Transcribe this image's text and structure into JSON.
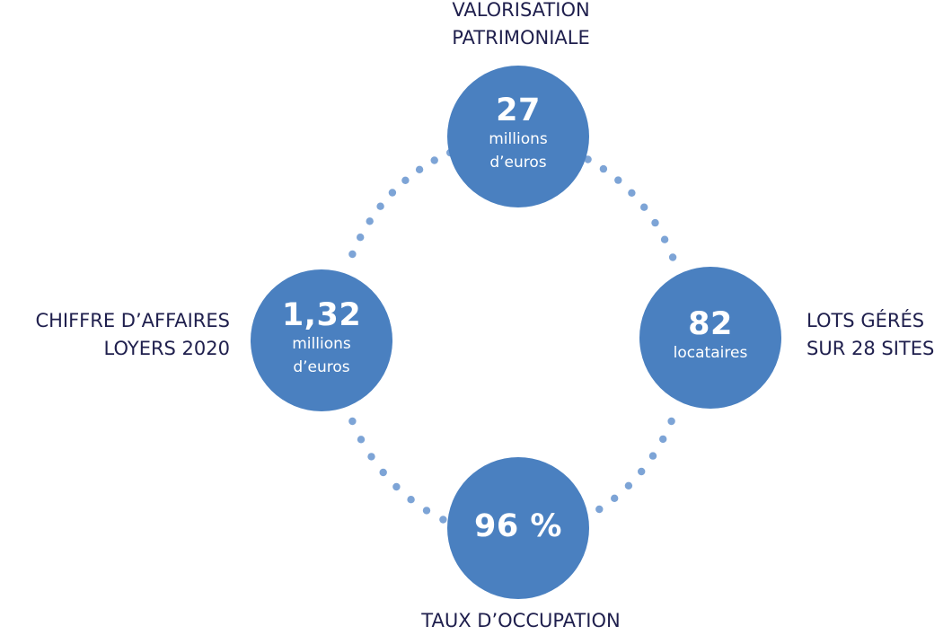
{
  "colors": {
    "circle_fill": "#4a80c0",
    "dots": "#7da4d6",
    "label_text": "#1f1f4d",
    "circle_text": "#ffffff"
  },
  "nodes": {
    "top": {
      "label": "VALORISATION\nPATRIMONIALE",
      "value": "27",
      "unit": "millions\nd’euros"
    },
    "left": {
      "label": "CHIFFRE D’AFFAIRES\nLOYERS 2020",
      "value": "1,32",
      "unit": "millions\nd’euros"
    },
    "right": {
      "label": "LOTS GÉRÉS\nSUR 28 SITES",
      "value": "82",
      "unit": "locataires"
    },
    "bottom": {
      "label": "TAUX D’OCCUPATION",
      "value": "96 %",
      "unit": ""
    }
  }
}
